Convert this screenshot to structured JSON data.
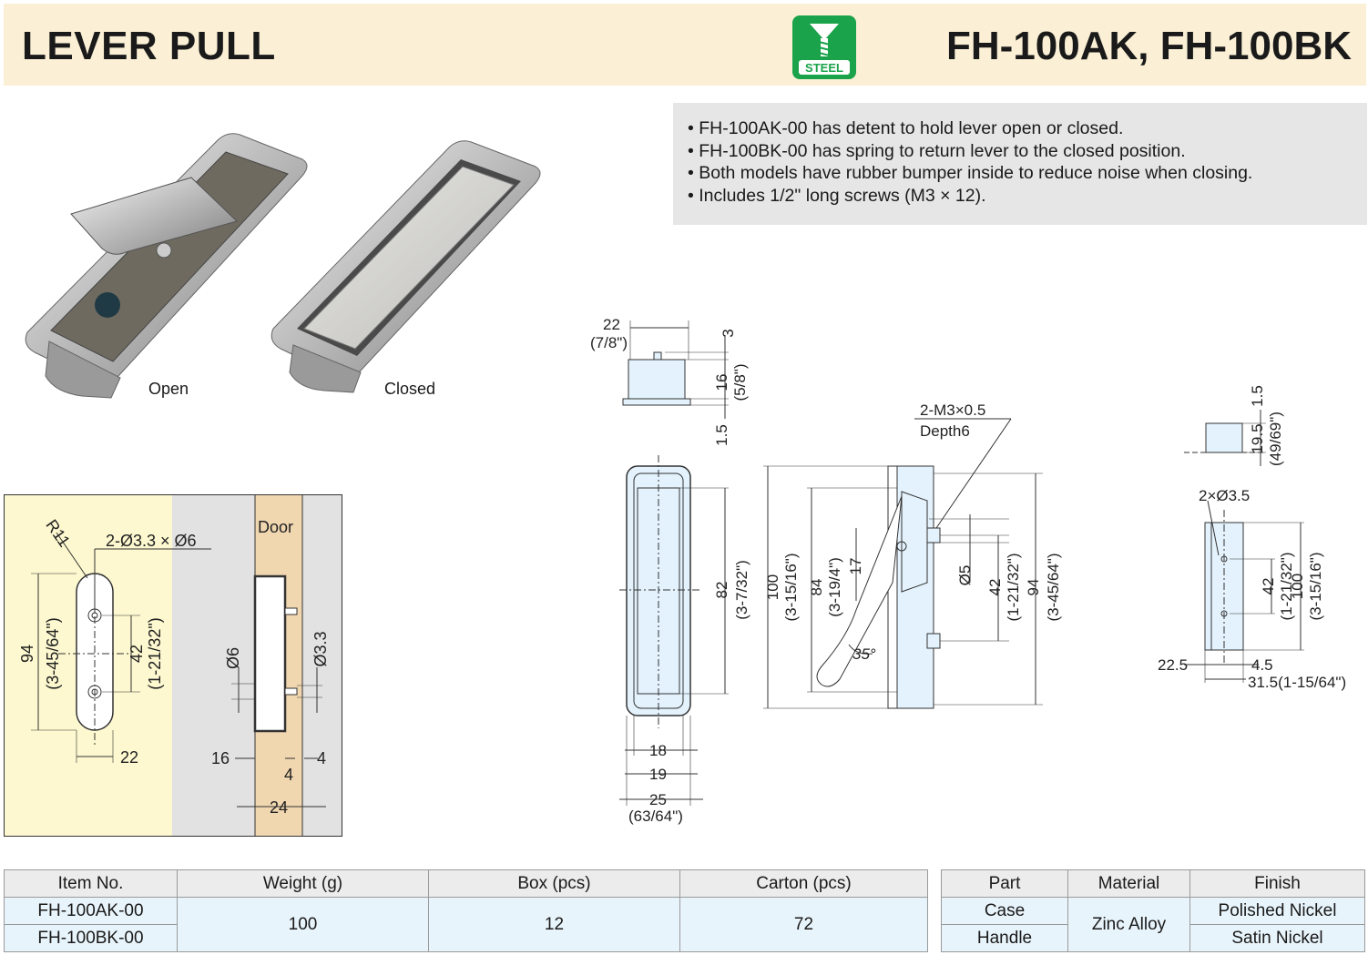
{
  "header": {
    "title": "LEVER PULL",
    "model": "FH-100AK, FH-100BK",
    "badge_label": "STEEL",
    "badge_icon": "steel-screw-icon",
    "badge_color": "#1aa34a",
    "bg_color": "#fbf0d6"
  },
  "features": [
    "• FH-100AK-00 has detent to hold lever open or closed.",
    "• FH-100BK-00 has spring to return lever to the closed position.",
    "• Both models have rubber bumper inside to reduce noise when closing.",
    "• Includes 1/2\" long screws (M3 × 12)."
  ],
  "photos": {
    "open_label": "Open",
    "closed_label": "Closed"
  },
  "cutout": {
    "r": "R11",
    "holes": "2-Ø3.3 × Ø6",
    "h94": "94",
    "h94_in": "(3-45/64\")",
    "h42": "42",
    "h42_in": "(1-21/32\")",
    "w22": "22",
    "door": "Door",
    "d6": "Ø6",
    "d33": "Ø3.3",
    "w16": "16",
    "w4a": "4",
    "w4b": "4",
    "w24": "24"
  },
  "drawing": {
    "top_w": "22",
    "top_w_in": "(7/8\")",
    "top_3": "3",
    "top_16": "16",
    "top_16_in": "(5/8\")",
    "top_15": "1.5",
    "front_82": "82",
    "front_82_in": "(3-7/32\")",
    "front_18": "18",
    "front_19": "19",
    "front_25": "25",
    "front_25_in": "(63/64\")",
    "side_thread": "2-M3×0.5",
    "side_depth": "Depth6",
    "side_100": "100",
    "side_100_in": "(3-15/16\")",
    "side_84": "84",
    "side_84_in": "(3-19/4\")",
    "side_17": "17",
    "side_d5": "Ø5",
    "side_42": "42",
    "side_42_in": "(1-21/32\")",
    "side_94": "94",
    "side_94_in": "(3-45/64\")",
    "side_35": "35°",
    "back_15": "1.5",
    "back_195": "19.5",
    "back_195_in": "(49/69\")",
    "back_holes": "2×Ø3.5",
    "back_42": "42",
    "back_42_in": "(1-21/32\")",
    "back_100": "100",
    "back_100_in": "(3-15/16\")",
    "back_225": "22.5",
    "back_45": "4.5",
    "back_315": "31.5(1-15/64\")"
  },
  "table1": {
    "headers": [
      "Item No.",
      "Weight (g)",
      "Box (pcs)",
      "Carton (pcs)"
    ],
    "items": [
      "FH-100AK-00",
      "FH-100BK-00"
    ],
    "weight": "100",
    "box": "12",
    "carton": "72"
  },
  "table2": {
    "headers": [
      "Part",
      "Material",
      "Finish"
    ],
    "parts": [
      "Case",
      "Handle"
    ],
    "material": "Zinc Alloy",
    "finishes": [
      "Polished Nickel",
      "Satin Nickel"
    ]
  }
}
